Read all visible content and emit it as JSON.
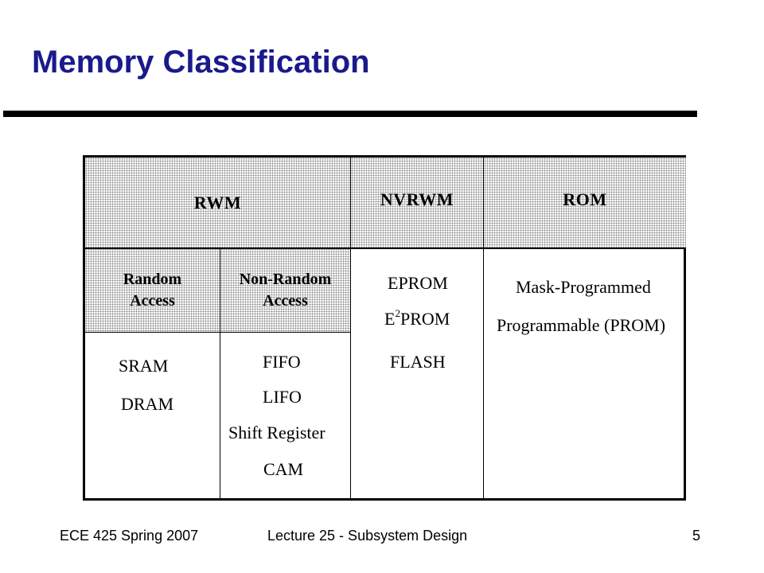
{
  "slide": {
    "title": "Memory Classification"
  },
  "table": {
    "headers": {
      "rwm": "RWM",
      "nvrwm": "NVRWM",
      "rom": "ROM"
    },
    "sub_headers": {
      "random_line1": "Random",
      "random_line2": "Access",
      "nonrandom_line1": "Non-Random",
      "nonrandom_line2": "Access"
    },
    "random_access": [
      "SRAM",
      "DRAM"
    ],
    "non_random_access": [
      "FIFO",
      "LIFO",
      "Shift Register",
      "CAM"
    ],
    "nvrwm_items": {
      "eprom": "EPROM",
      "e2prom_prefix": "E",
      "e2prom_sup": "2",
      "e2prom_suffix": "PROM",
      "flash": "FLASH"
    },
    "rom_items": [
      "Mask-Programmed",
      "Programmable (PROM)"
    ]
  },
  "footer": {
    "course": "ECE 425 Spring 2007",
    "lecture": "Lecture 25 - Subsystem Design",
    "page": "5"
  }
}
